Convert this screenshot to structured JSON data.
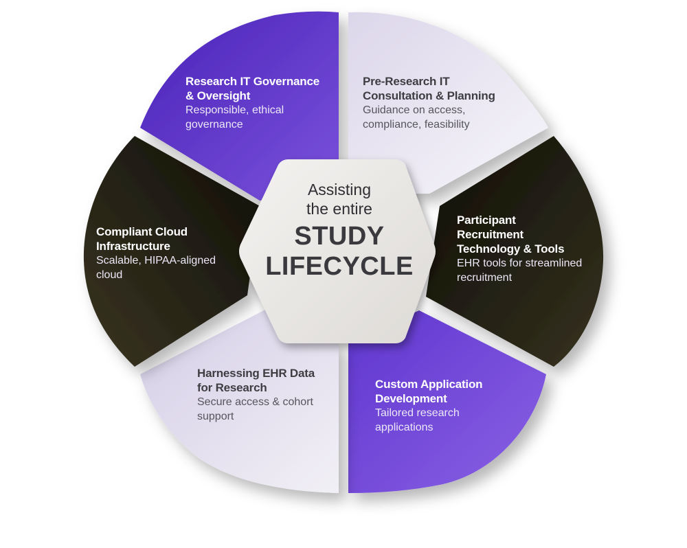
{
  "hub": {
    "line1": "Assisting",
    "line2": "the entire",
    "main1": "STUDY",
    "main2": "LIFECYCLE"
  },
  "segments": [
    {
      "title1": "Research IT Governance",
      "title2": "& Oversight",
      "desc1": "Responsible, ethical",
      "desc2": "governance",
      "color": "#5a2fc4"
    },
    {
      "title1": "Pre-Research IT",
      "title2": "Consultation & Planning",
      "desc1": "Guidance on access,",
      "desc2": "compliance, feasibility",
      "color": "#ece9f3"
    },
    {
      "title1": "Participant",
      "title2": "Recruitment",
      "title3": "Technology & Tools",
      "desc1": "EHR tools for streamlined",
      "desc2": "recruitment",
      "color": "#1f1c10"
    },
    {
      "title1": "Custom Application",
      "title2": "Development",
      "desc1": "Tailored research",
      "desc2": "applications",
      "color": "#6d45d6"
    },
    {
      "title1": "Harnessing EHR Data",
      "title2": "for Research",
      "desc1": "Secure access & cohort",
      "desc2": "support",
      "color": "#e6e2ef"
    },
    {
      "title1": "Compliant Cloud",
      "title2": "Infrastructure",
      "desc1": "Scalable, HIPAA-aligned",
      "desc2": "cloud",
      "color": "#24211a"
    }
  ]
}
